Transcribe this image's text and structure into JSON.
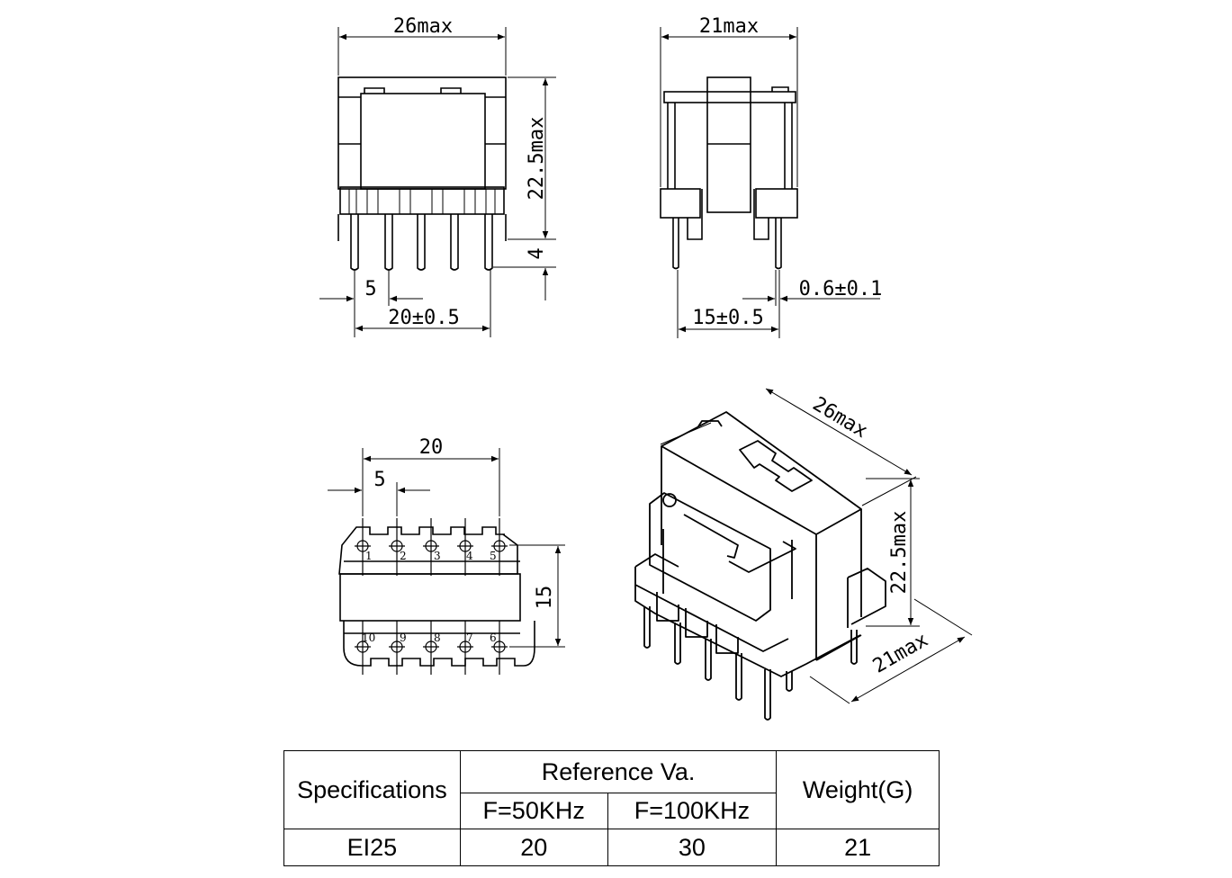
{
  "dimensions": {
    "front_width": "26max",
    "front_height": "22.5max",
    "pin_length": "4",
    "pin_pitch": "5",
    "pin_span": "20±0.5",
    "side_width": "21max",
    "side_pin_dia": "0.6±0.1",
    "side_row_spacing": "15±0.5",
    "bottom_span": "20",
    "bottom_pitch": "5",
    "bottom_row_spacing": "15",
    "iso_width": "26max",
    "iso_height": "22.5max",
    "iso_depth": "21max"
  },
  "pins": {
    "top_row": [
      "1",
      "2",
      "3",
      "4",
      "5"
    ],
    "bottom_row": [
      "10",
      "9",
      "8",
      "7",
      "6"
    ]
  },
  "table": {
    "specifications": "Specifications",
    "reference": "Reference Va.",
    "f50": "F=50KHz",
    "f100": "F=100KHz",
    "weight": "Weight(G)",
    "rows": [
      {
        "spec": "EI25",
        "va50": "20",
        "va100": "30",
        "weight": "21"
      }
    ]
  }
}
